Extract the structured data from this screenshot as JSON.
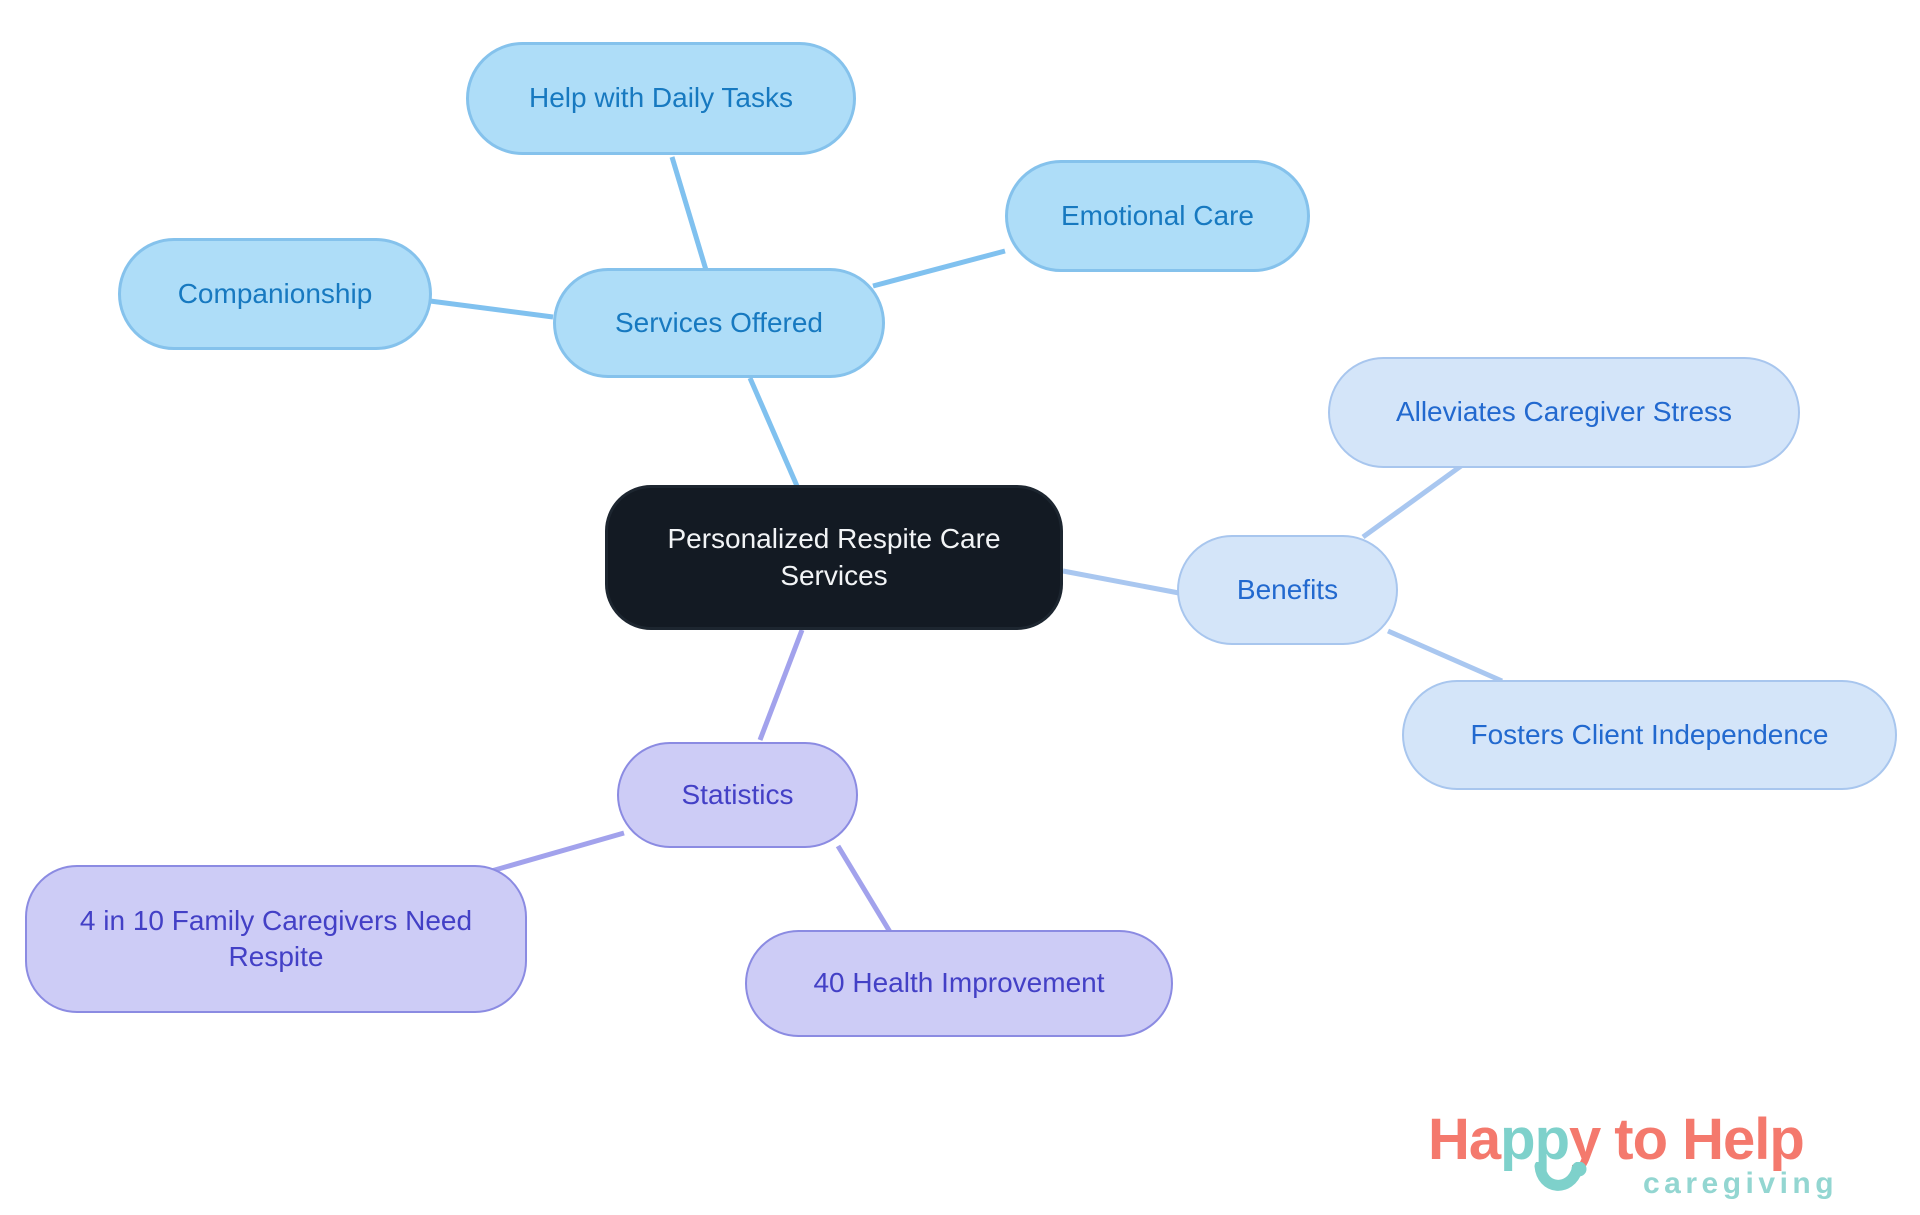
{
  "mindmap": {
    "root": {
      "label": "Personalized Respite Care Services"
    },
    "branches": [
      {
        "label": "Services Offered",
        "theme": "sky-blue",
        "children": [
          {
            "label": "Help with Daily Tasks"
          },
          {
            "label": "Emotional Care"
          },
          {
            "label": "Companionship"
          }
        ]
      },
      {
        "label": "Benefits",
        "theme": "light-blue",
        "children": [
          {
            "label": "Alleviates Caregiver Stress"
          },
          {
            "label": "Fosters Client Independence"
          }
        ]
      },
      {
        "label": "Statistics",
        "theme": "lavender",
        "children": [
          {
            "label": "4 in 10 Family Caregivers Need Respite"
          },
          {
            "label": "40 Health Improvement"
          }
        ]
      }
    ]
  },
  "logo": {
    "word_part_1": "Ha",
    "word_part_2": "pp",
    "word_part_3": "y",
    "word_part_4": "to Help",
    "subtitle": "caregiving",
    "coral": "#f4796d",
    "teal": "#7ed1cb",
    "subtitle_color": "#93d6d1"
  },
  "colors": {
    "background": "#ffffff",
    "root_fill": "#131a23",
    "root_text": "#f2f4f6",
    "sky_fill": "#aeddf8",
    "sky_border": "#85c2ec",
    "sky_text": "#1779c0",
    "sky_line": "#80c1ef",
    "light_fill": "#d4e5f9",
    "light_border": "#a8c6ee",
    "light_text": "#2269cf",
    "light_line": "#a9c7f0",
    "lavender_fill": "#cdccf6",
    "lavender_border": "#8b8be2",
    "lavender_text": "#4340c6",
    "lavender_line": "#a2a2ec"
  }
}
